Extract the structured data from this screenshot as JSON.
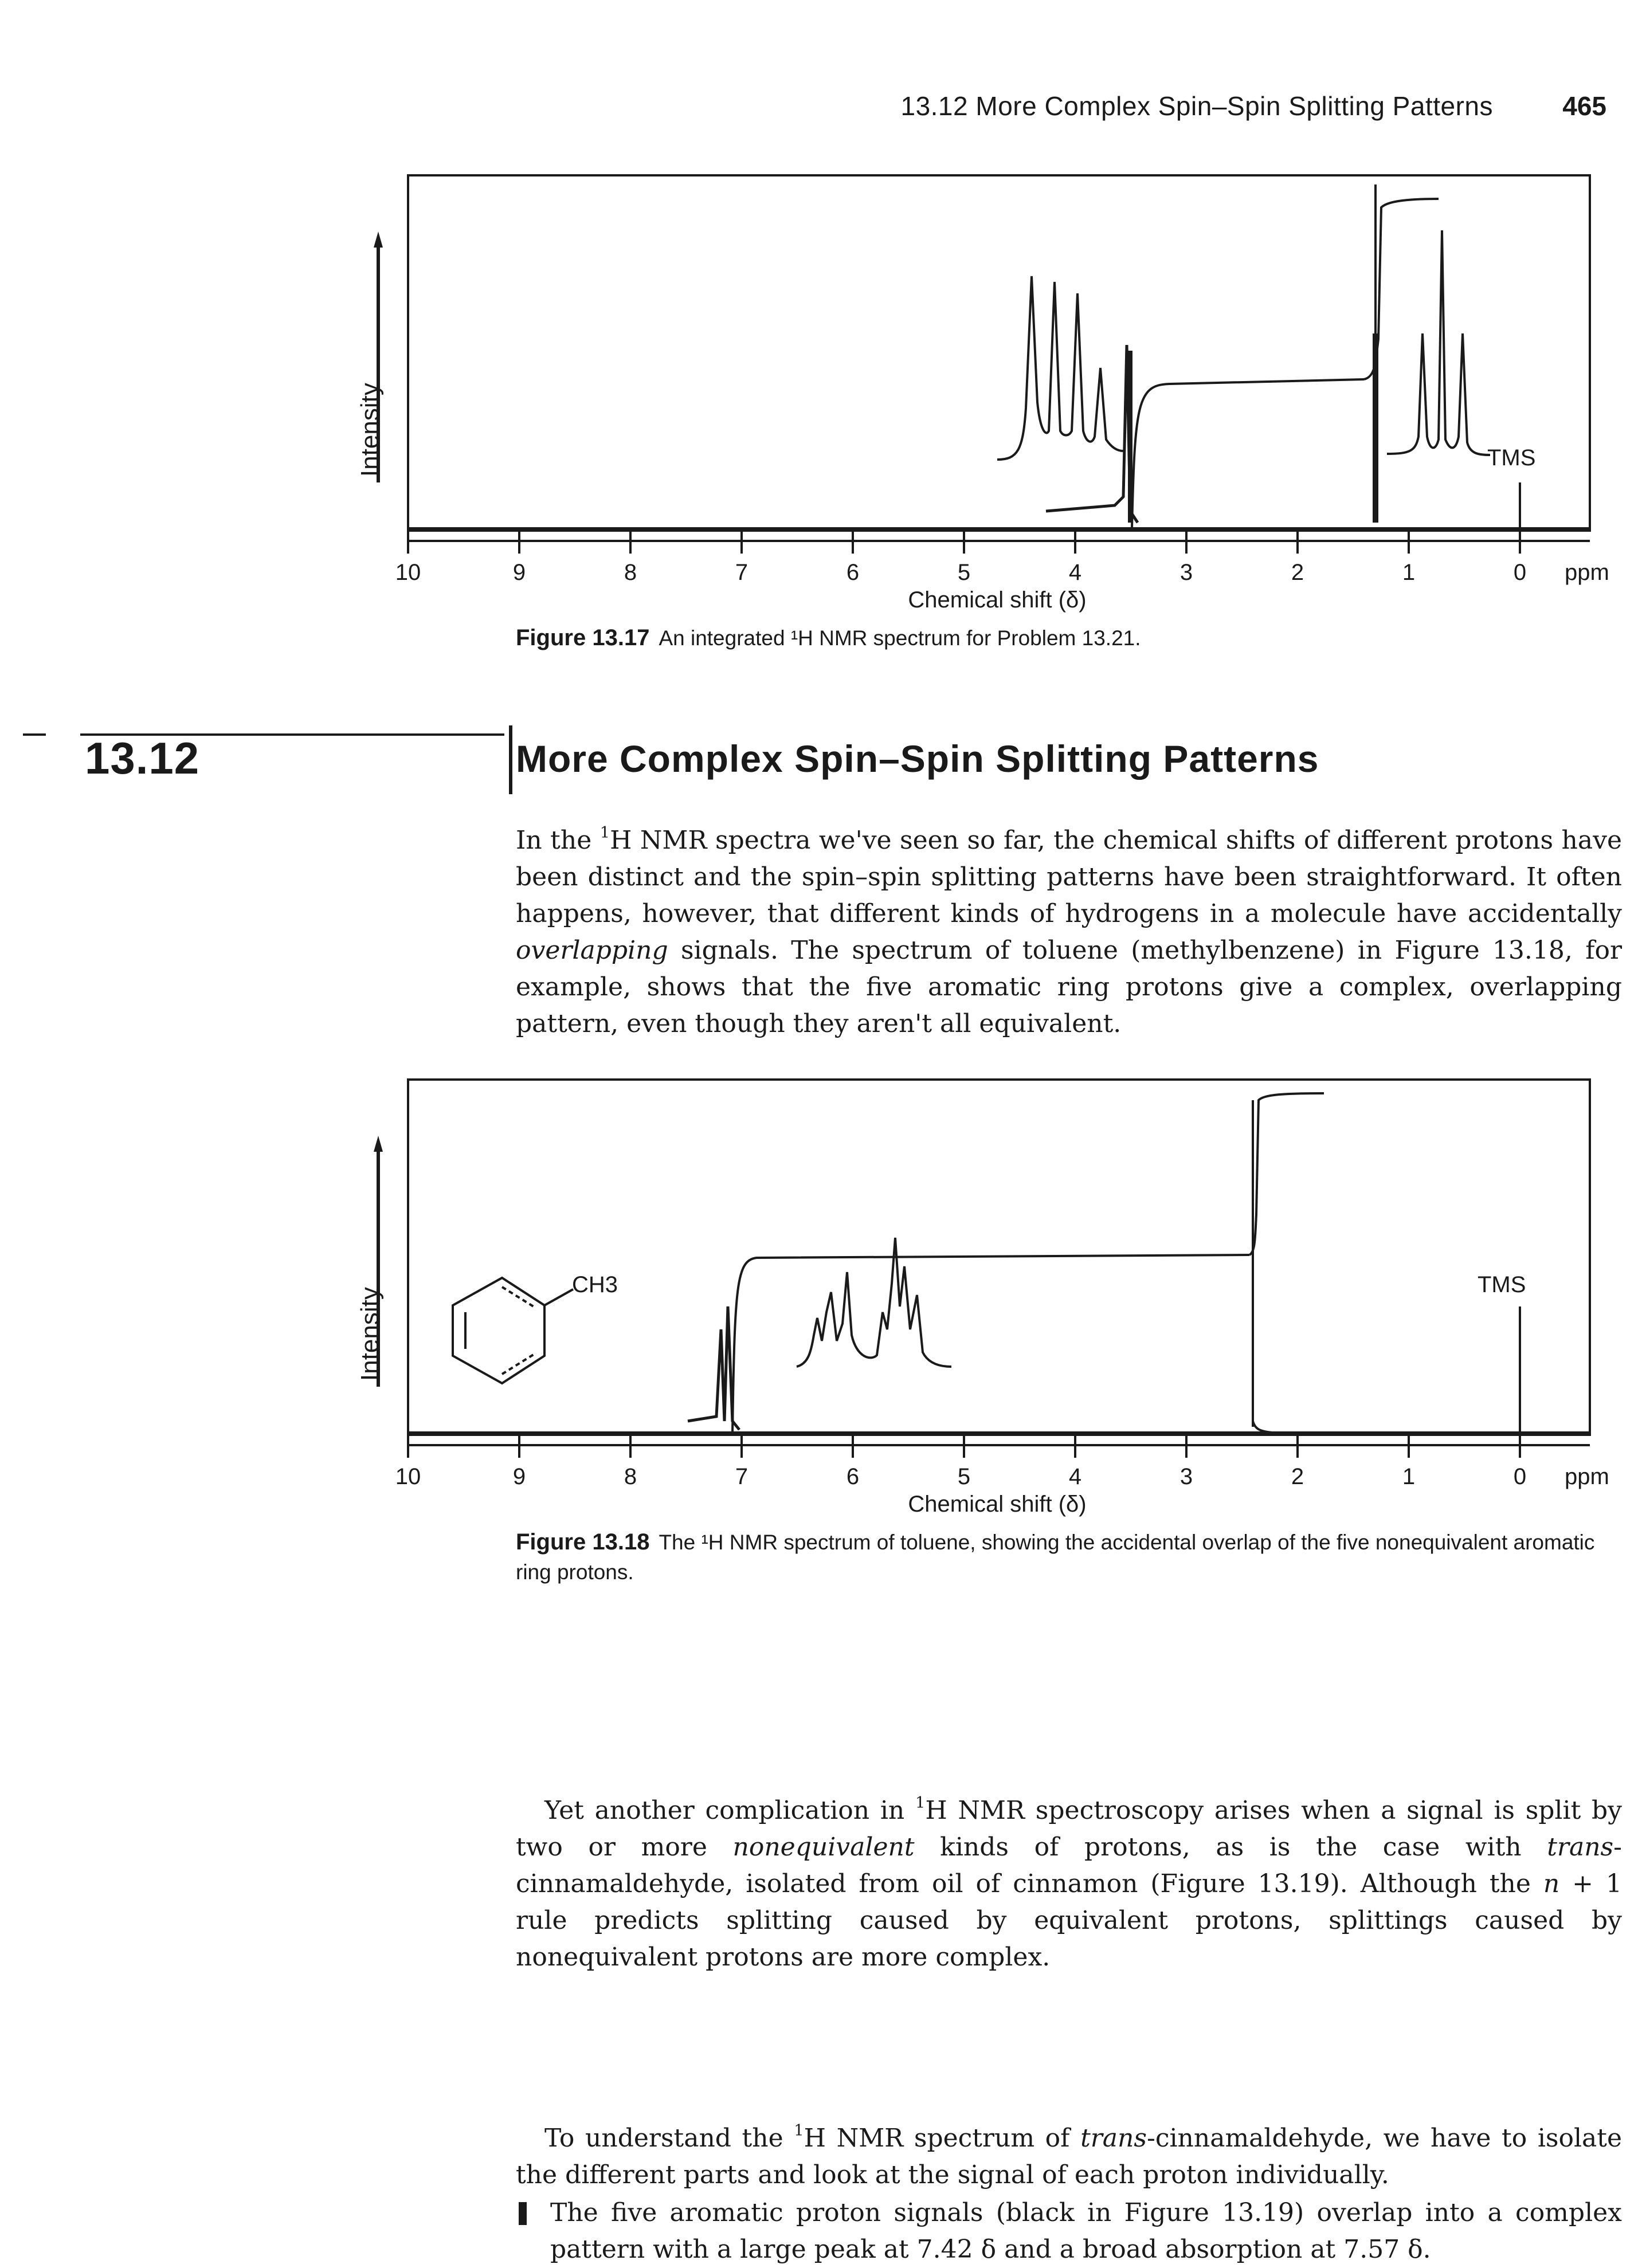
{
  "header": {
    "running_title": "13.12   More Complex Spin–Spin Splitting Patterns",
    "page_number": "465"
  },
  "figure_17": {
    "y_axis_label": "Intensity",
    "x_axis_label": "Chemical shift (δ)",
    "tick_labels": [
      "10",
      "9",
      "8",
      "7",
      "6",
      "5",
      "4",
      "3",
      "2",
      "1",
      "0"
    ],
    "unit": "ppm",
    "tms_label": "TMS",
    "caption_label": "Figure 13.17",
    "caption_text": "An integrated ¹H NMR spectrum for Problem 13.21."
  },
  "section": {
    "number": "13.12",
    "title": "More Complex Spin–Spin Splitting Patterns"
  },
  "paragraph_1": {
    "part1": "In the ",
    "sup1": "1",
    "part2": "H NMR spectra we've seen so far, the chemical shifts of different protons have been distinct and the spin–spin splitting patterns have been straightforward. It often happens, however, that different kinds of hydrogens in a molecule have accidentally ",
    "em1": "overlapping",
    "part3": " signals. The spectrum of toluene (methylbenzene) in Figure 13.18, for example, shows that the five aromatic ring protons give a complex, overlapping pattern, even though they aren't all equivalent."
  },
  "figure_18": {
    "y_axis_label": "Intensity",
    "x_axis_label": "Chemical shift (δ)",
    "tick_labels": [
      "10",
      "9",
      "8",
      "7",
      "6",
      "5",
      "4",
      "3",
      "2",
      "1",
      "0"
    ],
    "unit": "ppm",
    "tms_label": "TMS",
    "molecule_label": "CH3",
    "caption_label": "Figure 13.18",
    "caption_text": "The ¹H NMR spectrum of toluene, showing the accidental overlap of the five nonequivalent aromatic ring protons."
  },
  "paragraph_2": {
    "part1": "Yet another complication in ",
    "sup1": "1",
    "part2": "H NMR spectroscopy arises when a signal is split by two or more ",
    "em1": "nonequivalent",
    "part3": " kinds of protons, as is the case with ",
    "em2": "trans",
    "part4": "-cinnamaldehyde, isolated from oil of cinnamon (Figure 13.19). Although the ",
    "em3": "n",
    "part5": " + 1 rule predicts splitting caused by equivalent protons, splittings caused by nonequivalent protons are more complex."
  },
  "paragraph_3": {
    "part1": "To understand the ",
    "sup1": "1",
    "part2": "H NMR spectrum of ",
    "em1": "trans",
    "part3": "-cinnamaldehyde, we have to isolate the different parts and look at the signal of each proton individually."
  },
  "bullet_1": {
    "text": "The five aromatic proton signals (black in Figure 13.19) overlap into a complex pattern with a large peak at 7.42 δ and a broad absorption at 7.57 δ."
  }
}
